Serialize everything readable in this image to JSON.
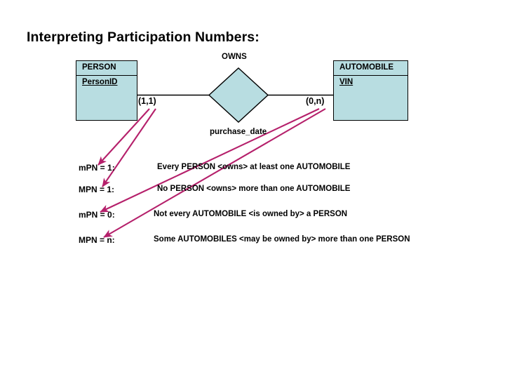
{
  "slide": {
    "title": "Interpreting Participation Numbers:"
  },
  "colors": {
    "entity_fill": "#b8dde1",
    "entity_stroke": "#000000",
    "arrow": "#b5206b",
    "text": "#000000",
    "background": "#ffffff"
  },
  "diagram": {
    "type": "entity-relationship",
    "entities": [
      {
        "name": "PERSON",
        "attributes": [
          {
            "label": "PersonID",
            "key": true
          }
        ]
      },
      {
        "name": "AUTOMOBILE",
        "attributes": [
          {
            "label": "VIN",
            "key": true
          }
        ]
      }
    ],
    "relationship": {
      "name": "OWNS",
      "attribute": "purchase_date",
      "shape": "diamond"
    },
    "cardinalities": [
      {
        "side": "left",
        "value": "(1,1)",
        "entity": "PERSON"
      },
      {
        "side": "right",
        "value": "(0,n)",
        "entity": "AUTOMOBILE"
      }
    ]
  },
  "legend": {
    "rows": [
      {
        "key": "mPN = 1:",
        "description": "Every PERSON <owns> at least one AUTOMOBILE",
        "source_cardinality": "(1,1)"
      },
      {
        "key": "MPN = 1:",
        "description": "No PERSON <owns> more than one AUTOMOBILE",
        "source_cardinality": "(1,1)"
      },
      {
        "key": "mPN = 0:",
        "description": "Not every AUTOMOBILE  <is owned by> a PERSON",
        "source_cardinality": "(0,n)"
      },
      {
        "key": "MPN = n:",
        "description": "Some AUTOMOBILES <may be owned by> more than one PERSON",
        "source_cardinality": "(0,n)"
      }
    ]
  }
}
